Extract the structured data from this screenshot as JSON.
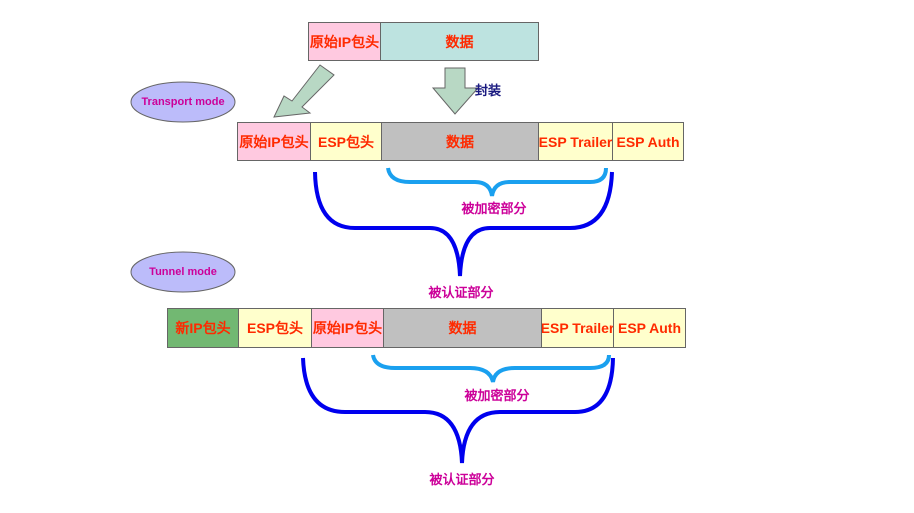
{
  "original_packet": {
    "ip_header": "原始IP包头",
    "data": "数据"
  },
  "encapsulate_label": "封装",
  "transport": {
    "mode_label": "Transport mode",
    "segments": [
      "原始IP包头",
      "ESP包头",
      "数据",
      "ESP Trailer",
      "ESP Auth"
    ],
    "encrypted_label": "被加密部分",
    "authenticated_label": "被认证部分"
  },
  "tunnel": {
    "mode_label": "Tunnel mode",
    "segments": [
      "新IP包头",
      "ESP包头",
      "原始IP包头",
      "数据",
      "ESP Trailer",
      "ESP Auth"
    ],
    "encrypted_label": "被加密部分",
    "authenticated_label": "被认证部分"
  },
  "colors": {
    "ip_header": "#ffc9e0",
    "data_plain": "#bde3e0",
    "esp": "#ffffcc",
    "data_encrypted": "#c0c0c0",
    "new_ip_header": "#72b872",
    "text": "#ff2a00",
    "label": "#cc0099",
    "ellipse": "#bcbcfa",
    "arrow": "#b8d8c4",
    "encrypt_brace": "#1aa0ef",
    "auth_brace": "#0000ee"
  }
}
